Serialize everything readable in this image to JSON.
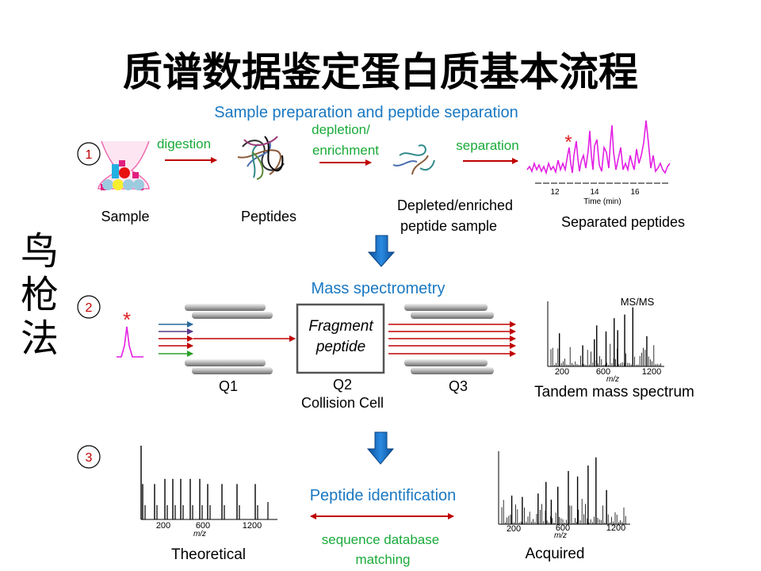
{
  "title": "质谱数据鉴定蛋白质基本流程",
  "side_label": [
    "鸟",
    "枪",
    "法"
  ],
  "step1": {
    "number": "1",
    "heading": "Sample preparation and peptide separation",
    "arrows": {
      "digestion": "digestion",
      "depletion_line1": "depletion/",
      "depletion_line2": "enrichment",
      "separation": "separation"
    },
    "labels": {
      "sample": "Sample",
      "peptides": "Peptides",
      "depleted_line1": "Depleted/enriched",
      "depleted_line2": "peptide sample",
      "separated": "Separated peptides"
    },
    "chromatogram": {
      "ticks": [
        "12",
        "14",
        "16"
      ],
      "xlabel": "Time (min)"
    }
  },
  "step2": {
    "number": "2",
    "heading": "Mass spectrometry",
    "labels": {
      "q1": "Q1",
      "fragment_line1": "Fragment",
      "fragment_line2": "peptide",
      "q2": "Q2",
      "collision_cell": "Collision Cell",
      "q3": "Q3",
      "msms": "MS/MS",
      "tandem": "Tandem mass spectrum"
    }
  },
  "step3": {
    "number": "3",
    "heading": "Peptide identification",
    "labels": {
      "theoretical": "Theoretical",
      "matching_line1": "sequence database",
      "matching_line2": "matching",
      "acquired": "Acquired"
    }
  },
  "spectra": {
    "ticks": [
      "200",
      "600",
      "1200"
    ],
    "mz": "m/z"
  }
}
